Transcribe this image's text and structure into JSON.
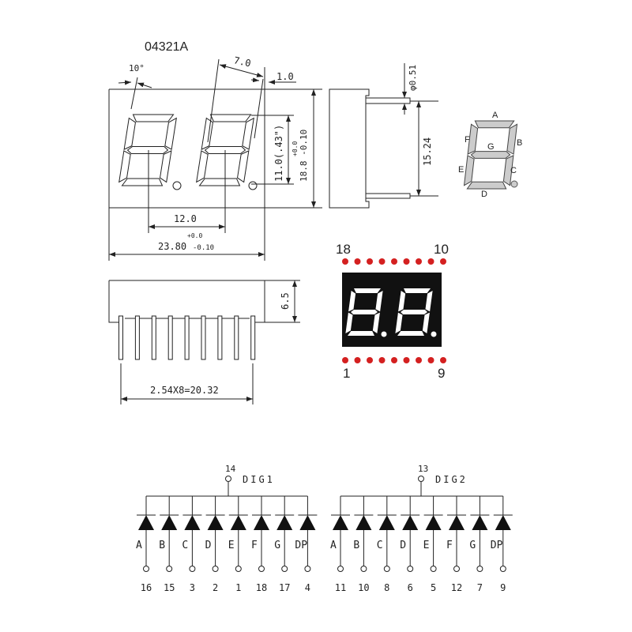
{
  "title": "04321A",
  "front_view": {
    "angle_label": "10°",
    "digit_width_label": "7.0",
    "segment_width_label": "1.0",
    "digit_height_label": "11.0(.43\")",
    "height_tol_upper": "+0.0",
    "height_label": "18.8 -0.10",
    "pitch_label": "12.0",
    "width_tol_upper": "+0.0",
    "width_label": "23.80",
    "width_tol_lower": "-0.10"
  },
  "side_view": {
    "pin_diameter_label": "φ0.51",
    "row_spacing_label": "15.24"
  },
  "segment_map": {
    "labels": [
      "A",
      "B",
      "C",
      "D",
      "E",
      "F",
      "G"
    ]
  },
  "bottom_view": {
    "depth_label": "6.5",
    "pin_span_label": "2.54X8=20.32"
  },
  "pinout_view": {
    "top_left_pin": "18",
    "top_right_pin": "10",
    "bottom_left_pin": "1",
    "bottom_right_pin": "9",
    "dot_color": "#d42020",
    "body_color": "#111111"
  },
  "schematic": {
    "digits": [
      {
        "name": "DIG1",
        "common_pin": "14",
        "segments": [
          "A",
          "B",
          "C",
          "D",
          "E",
          "F",
          "G",
          "DP"
        ],
        "pins": [
          "16",
          "15",
          "3",
          "2",
          "1",
          "18",
          "17",
          "4"
        ]
      },
      {
        "name": "DIG2",
        "common_pin": "13",
        "segments": [
          "A",
          "B",
          "C",
          "D",
          "E",
          "F",
          "G",
          "DP"
        ],
        "pins": [
          "11",
          "10",
          "8",
          "6",
          "5",
          "12",
          "7",
          "9"
        ]
      }
    ]
  }
}
